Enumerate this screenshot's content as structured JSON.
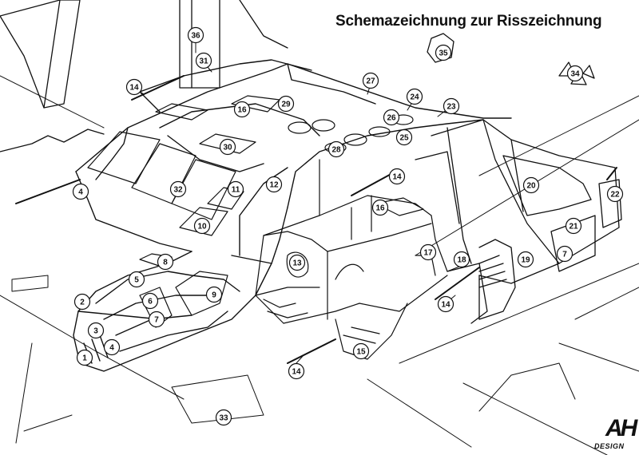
{
  "title": "Schemazeichnung zur Risszeichnung",
  "logo": {
    "mark": "AH",
    "sub": "DESIGN"
  },
  "labels": [
    "36",
    "31",
    "35",
    "34",
    "14",
    "27",
    "24",
    "23",
    "16",
    "29",
    "26",
    "25",
    "28",
    "30",
    "12",
    "14",
    "20",
    "22",
    "4",
    "32",
    "11",
    "16",
    "10",
    "21",
    "7",
    "17",
    "8",
    "13",
    "18",
    "19",
    "5",
    "9",
    "6",
    "2",
    "14",
    "7",
    "3",
    "4",
    "15",
    "1",
    "14",
    "33"
  ]
}
